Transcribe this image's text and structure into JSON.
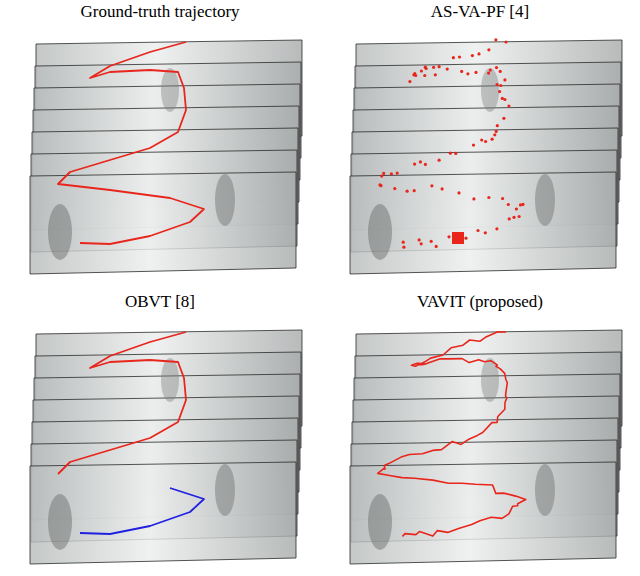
{
  "diagram": {
    "labels": [
      "Ground-truth trajectory",
      "AS-VA-PF [4]",
      "OBVT [8]",
      "VAVIT (proposed)"
    ]
  }
}
